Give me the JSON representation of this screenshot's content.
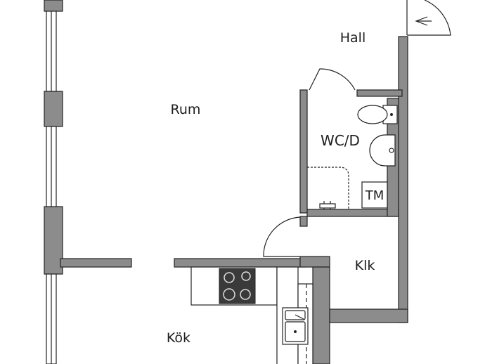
{
  "rooms": {
    "hall": "Hall",
    "rum": "Rum",
    "wcd": "WC/D",
    "tm": "TM",
    "klk": "Klk",
    "kok": "Kök"
  },
  "colors": {
    "wall": "#8c8c8c",
    "line": "#222222",
    "background": "#ffffff",
    "stove": "#3a3a3a"
  },
  "icons": {
    "entry": "arrow-left-icon",
    "toilet": "toilet-icon",
    "washbasin": "washbasin-icon",
    "shower": "shower-icon",
    "stove": "stove-icon",
    "sink": "sink-icon"
  }
}
